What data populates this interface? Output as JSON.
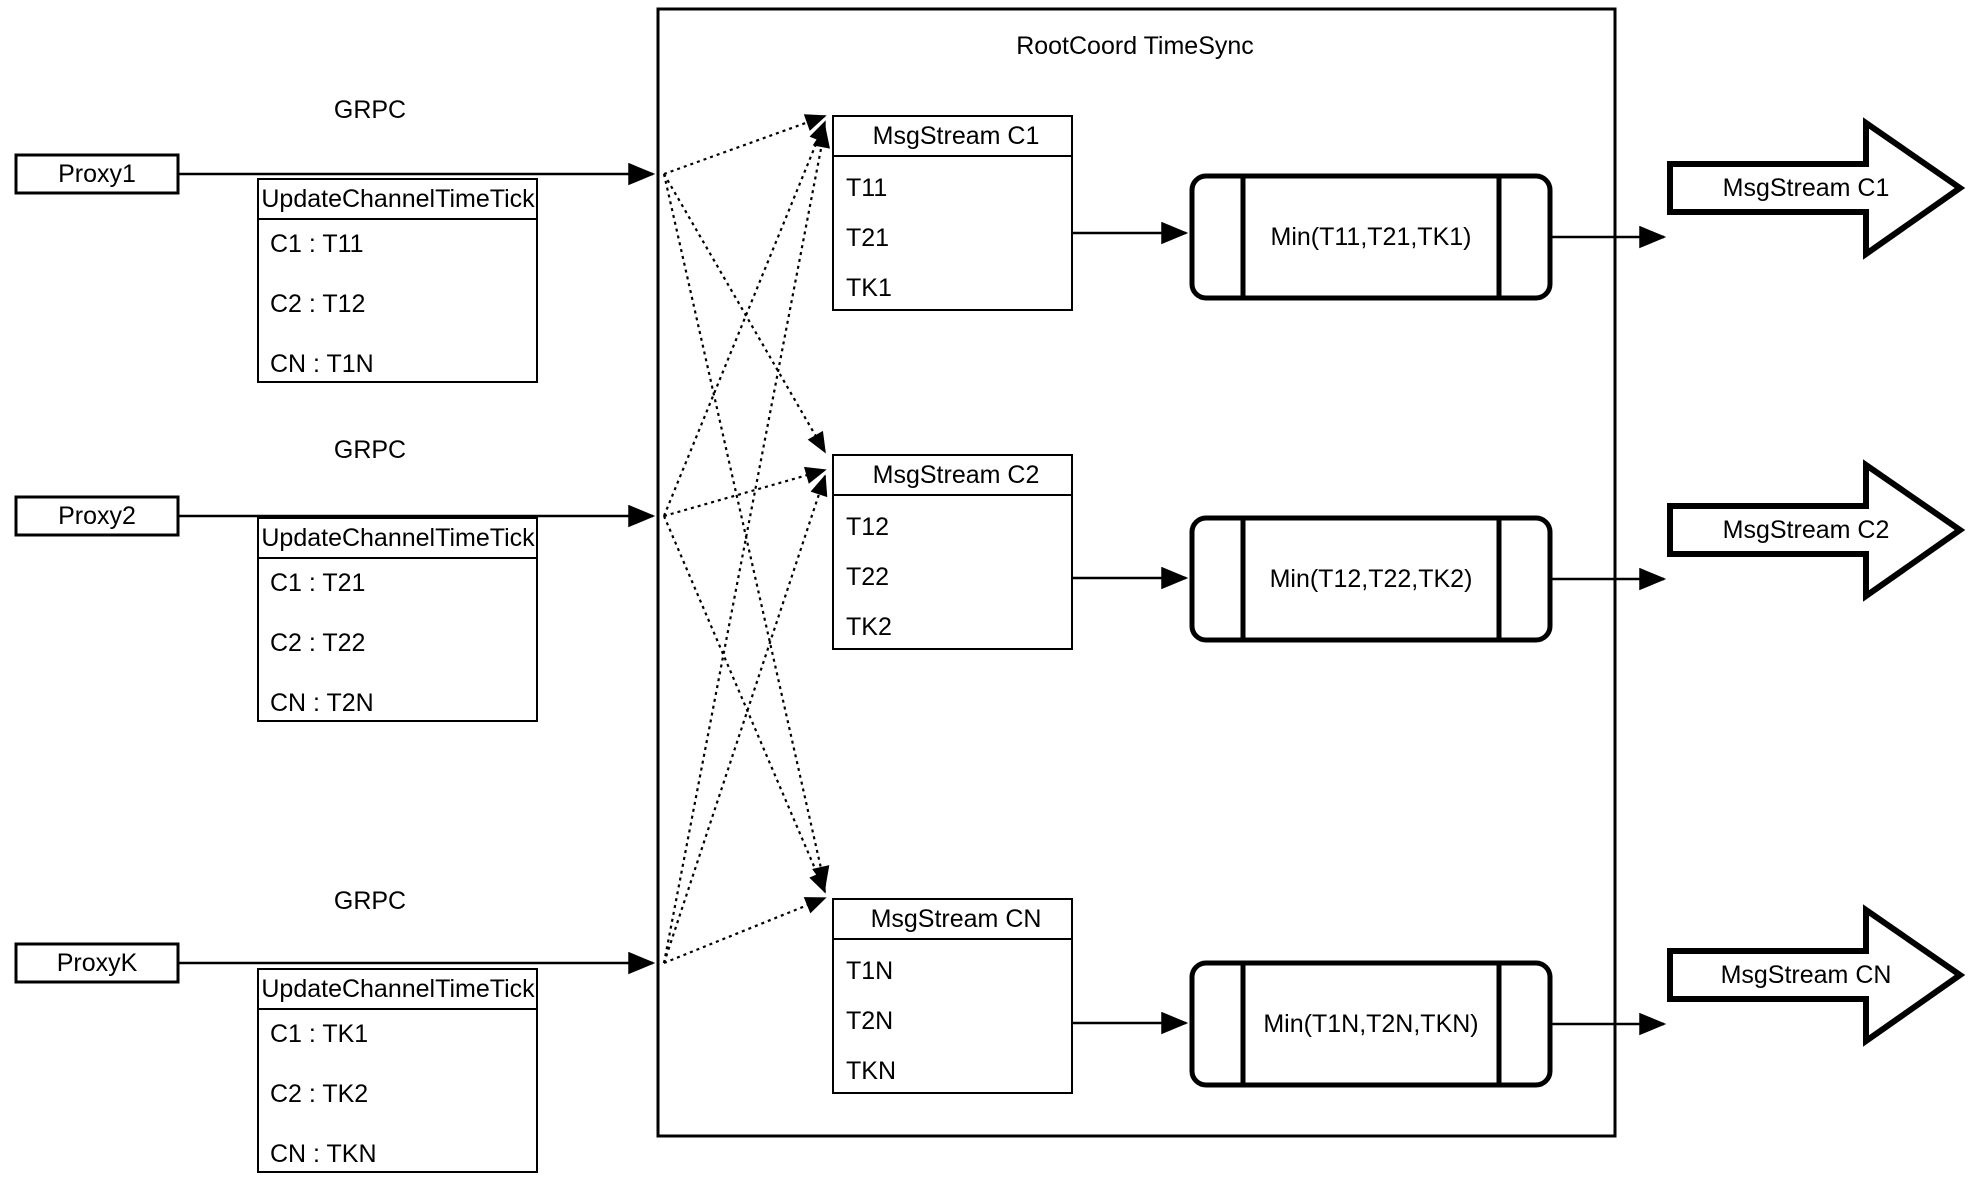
{
  "diagram": {
    "title": "RootCoord TimeSync",
    "container_label": "RootCoord TimeSync"
  },
  "proxies": [
    {
      "name": "Proxy1",
      "link_label": "GRPC",
      "rpc_title": "UpdateChannelTimeTick",
      "entries": [
        "C1 :  T11",
        "C2 :  T12",
        "CN : T1N"
      ]
    },
    {
      "name": "Proxy2",
      "link_label": "GRPC",
      "rpc_title": "UpdateChannelTimeTick",
      "entries": [
        "C1 :  T21",
        "C2 :  T22",
        "CN : T2N"
      ]
    },
    {
      "name": "ProxyK",
      "link_label": "GRPC",
      "rpc_title": "UpdateChannelTimeTick",
      "entries": [
        "C1 :  TK1",
        "C2 :  TK2",
        "CN : TKN"
      ]
    }
  ],
  "msgstreams": [
    {
      "title": "MsgStream C1",
      "entries": [
        "T11",
        "T21",
        "TK1"
      ],
      "min_label": "Min(T11,T21,TK1)",
      "output_label": "MsgStream C1"
    },
    {
      "title": "MsgStream C2",
      "entries": [
        "T12",
        "T22",
        "TK2"
      ],
      "min_label": "Min(T12,T22,TK2)",
      "output_label": "MsgStream C2"
    },
    {
      "title": "MsgStream CN",
      "entries": [
        "T1N",
        "T2N",
        "TKN"
      ],
      "min_label": "Min(T1N,T2N,TKN)",
      "output_label": "MsgStream CN"
    }
  ],
  "colors": {
    "stroke": "#000000",
    "background": "#ffffff"
  }
}
